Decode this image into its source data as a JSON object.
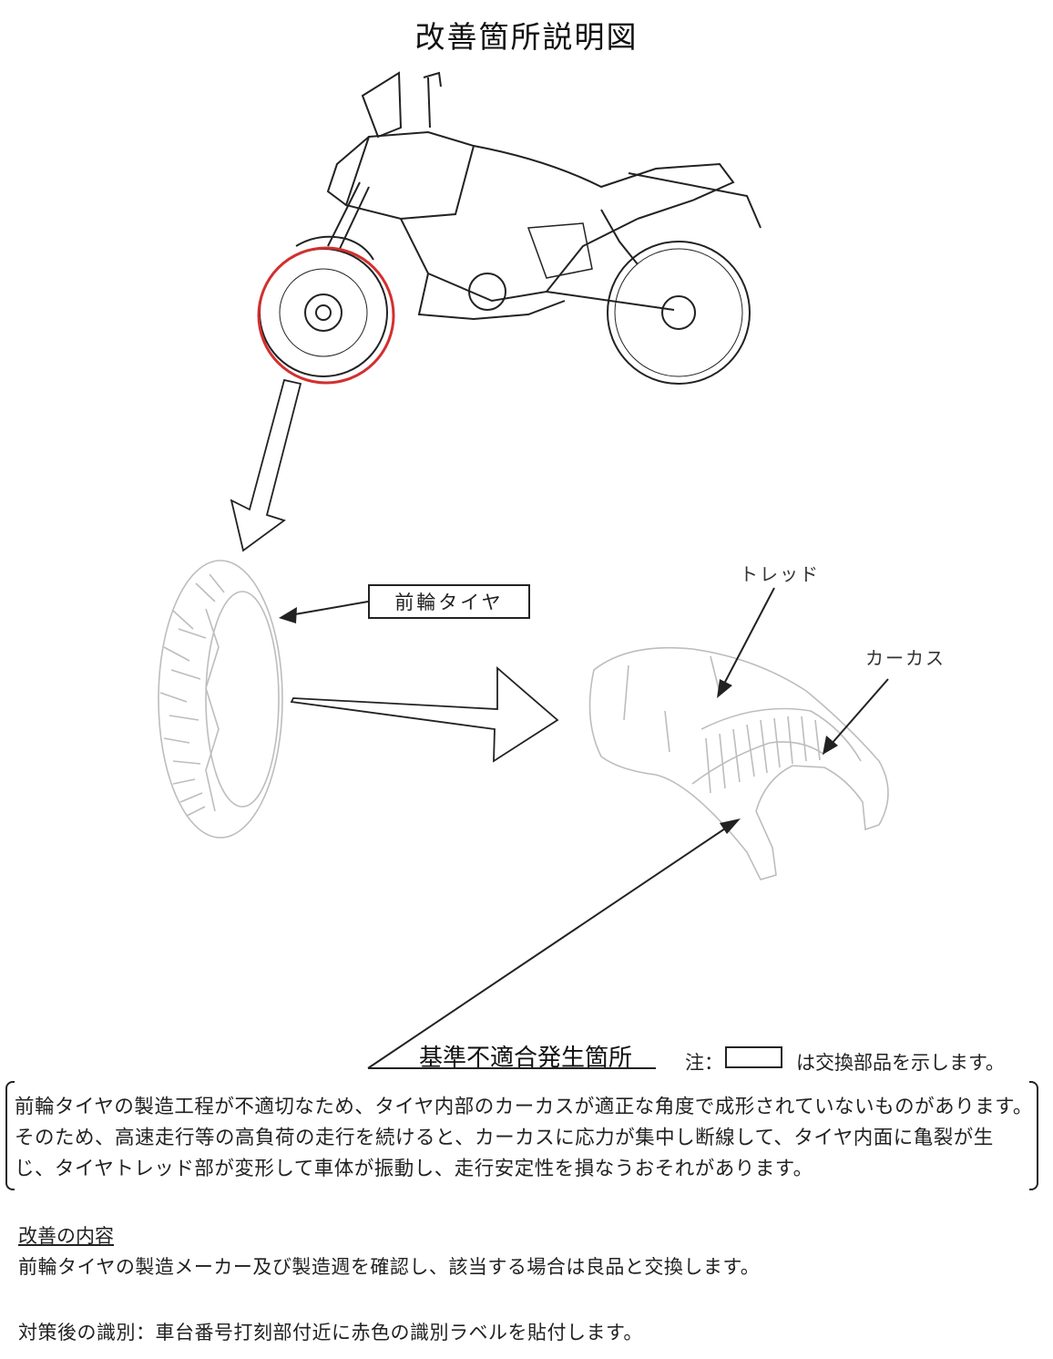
{
  "title": "改善箇所説明図",
  "labels": {
    "front_tire": "前輪タイヤ",
    "tread": "トレッド",
    "carcass": "カーカス"
  },
  "defect_heading": "基準不適合発生箇所",
  "note": {
    "prefix": "注：",
    "suffix": "は交換部品を示します。"
  },
  "description": "前輪タイヤの製造工程が不適切なため、タイヤ内部のカーカスが適正な角度で成形されていないものがあります。そのため、高速走行等の高負荷の走行を続けると、カーカスに応力が集中し断線して、タイヤ内面に亀裂が生じ、タイヤトレッド部が変形して車体が振動し、走行安定性を損なうおそれがあります。",
  "improvement": {
    "title": "改善の内容",
    "text": "前輪タイヤの製造メーカー及び製造週を確認し、該当する場合は良品と交換します。"
  },
  "identification": "対策後の識別：車台番号打刻部付近に赤色の識別ラベルを貼付します。",
  "colors": {
    "highlight": "#d32f2f",
    "line": "#222222",
    "faint": "#bdbdbd"
  }
}
